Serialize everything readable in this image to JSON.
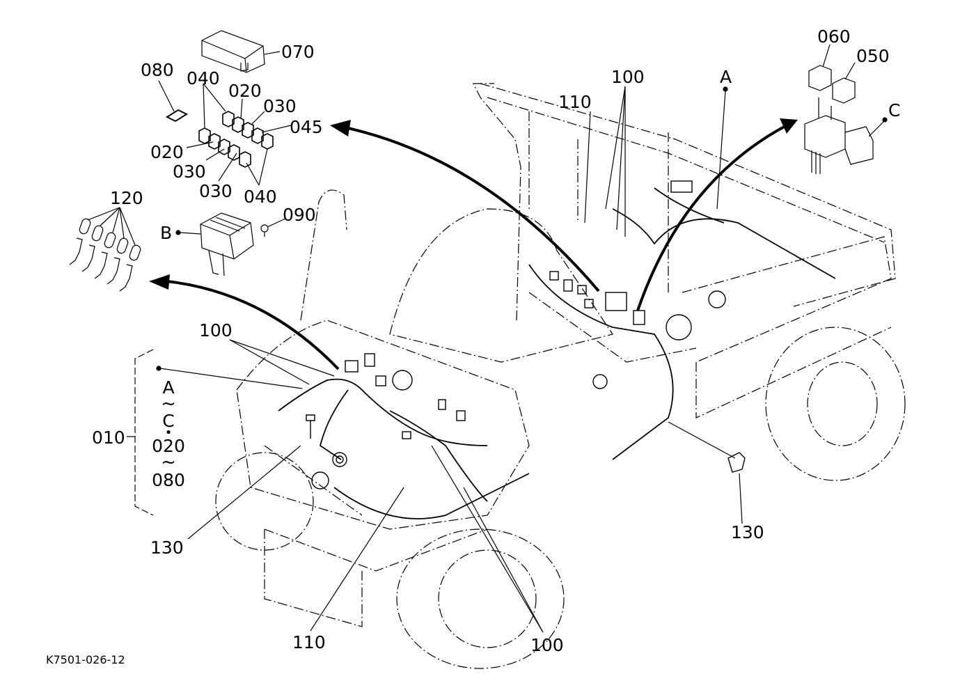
{
  "diagram": {
    "title": "Wiring harness parts diagram",
    "drawing_number": "K7501-026-12",
    "part_labels": {
      "p070": "070",
      "p080": "080",
      "p040_top": "040",
      "p020_top": "020",
      "p030_top": "030",
      "p045": "045",
      "p020_left": "020",
      "p030_left": "030",
      "p030_bottom": "030",
      "p040_bottom": "040",
      "p120": "120",
      "p090": "090",
      "p060": "060",
      "p050": "050",
      "p110_top": "110",
      "p100_top": "100",
      "p100_left": "100",
      "p010": "010",
      "p130_left": "130",
      "p130_right": "130",
      "p110_bottom": "110",
      "p100_bottom": "100"
    },
    "reference_letters": {
      "A_top": "A",
      "B": "B",
      "C": "C"
    },
    "assembly_bracket": {
      "line1": "A",
      "tilde1": "~",
      "line2": "C",
      "separator": "•",
      "line3": "020",
      "tilde2": "~",
      "line4": "080"
    }
  }
}
